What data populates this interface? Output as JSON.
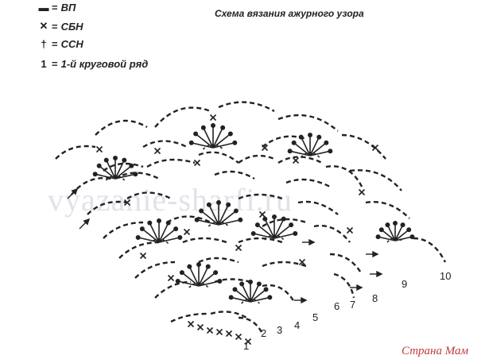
{
  "legend": [
    {
      "symbol_icon": "chain-stitch-icon",
      "glyph": "▬",
      "label": "ВП"
    },
    {
      "symbol_icon": "single-crochet-icon",
      "glyph": "✕",
      "label": "СБН"
    },
    {
      "symbol_icon": "double-crochet-icon",
      "glyph": "†",
      "label": "ССН"
    },
    {
      "symbol_icon": "row-number-icon",
      "glyph": "1",
      "label": "1-й круговой ряд"
    }
  ],
  "title": "Схема вязания ажурного узора",
  "row_numbers": [
    "1",
    "2",
    "3",
    "4",
    "5",
    "6",
    "7",
    "8",
    "9",
    "10"
  ],
  "watermark": "vyazanie-sharfi.ru",
  "brand": "Страна Мам",
  "colors": {
    "ink": "#222222",
    "brand": "#c03a3a"
  }
}
